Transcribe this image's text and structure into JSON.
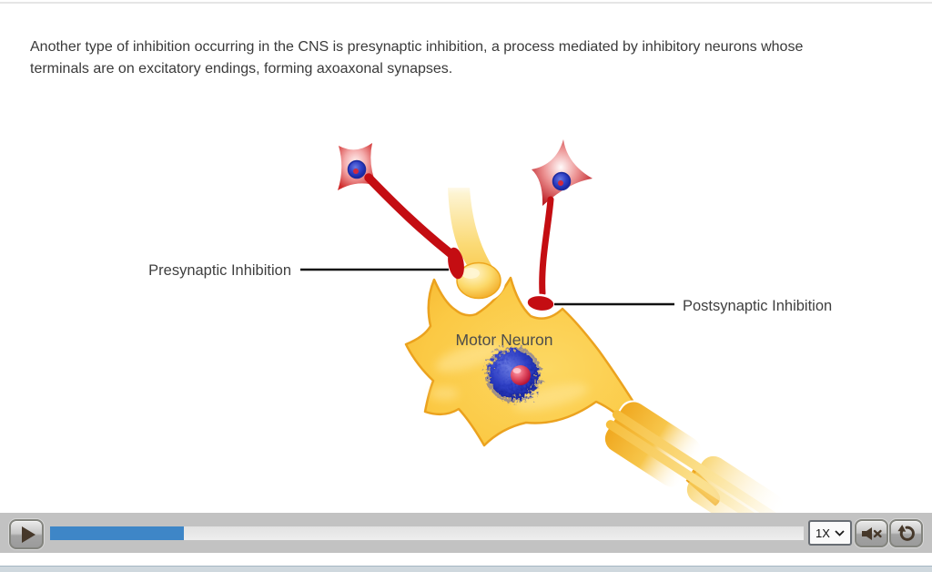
{
  "slide": {
    "intro_lines": [
      "Another type of inhibition occurring in the CNS is presynaptic inhibition, a process mediated by inhibitory neurons whose",
      "terminals are on excitatory endings, forming axoaxonal synapses."
    ]
  },
  "diagram": {
    "labels": {
      "presynaptic": "Presynaptic Inhibition",
      "postsynaptic": "Postsynaptic Inhibition",
      "motor_neuron": "Motor Neuron"
    },
    "colors": {
      "inhibitory_red": "#c40d12",
      "inhibitory_cell_edge": "#cf2b2b",
      "motor_gold": "#fbc944",
      "motor_edge": "#eba21e",
      "nucleus_blue": "#2e3fc4",
      "nucleolus_red": "#d84a60",
      "label_text": "#3f3f3f",
      "label_line": "#111111"
    }
  },
  "player": {
    "progress_percent": 17.8,
    "speed_selector": {
      "value": "1X"
    },
    "icons": {
      "play": "play-icon",
      "mute": "volume-muted-icon",
      "replay": "replay-icon",
      "speed_chevron": "chevron-down-icon"
    },
    "colors": {
      "bar_background": "#c2c2c2",
      "track": "#e8e8e8",
      "progress_fill": "#3e86c7",
      "icon_color": "#46382a"
    }
  }
}
